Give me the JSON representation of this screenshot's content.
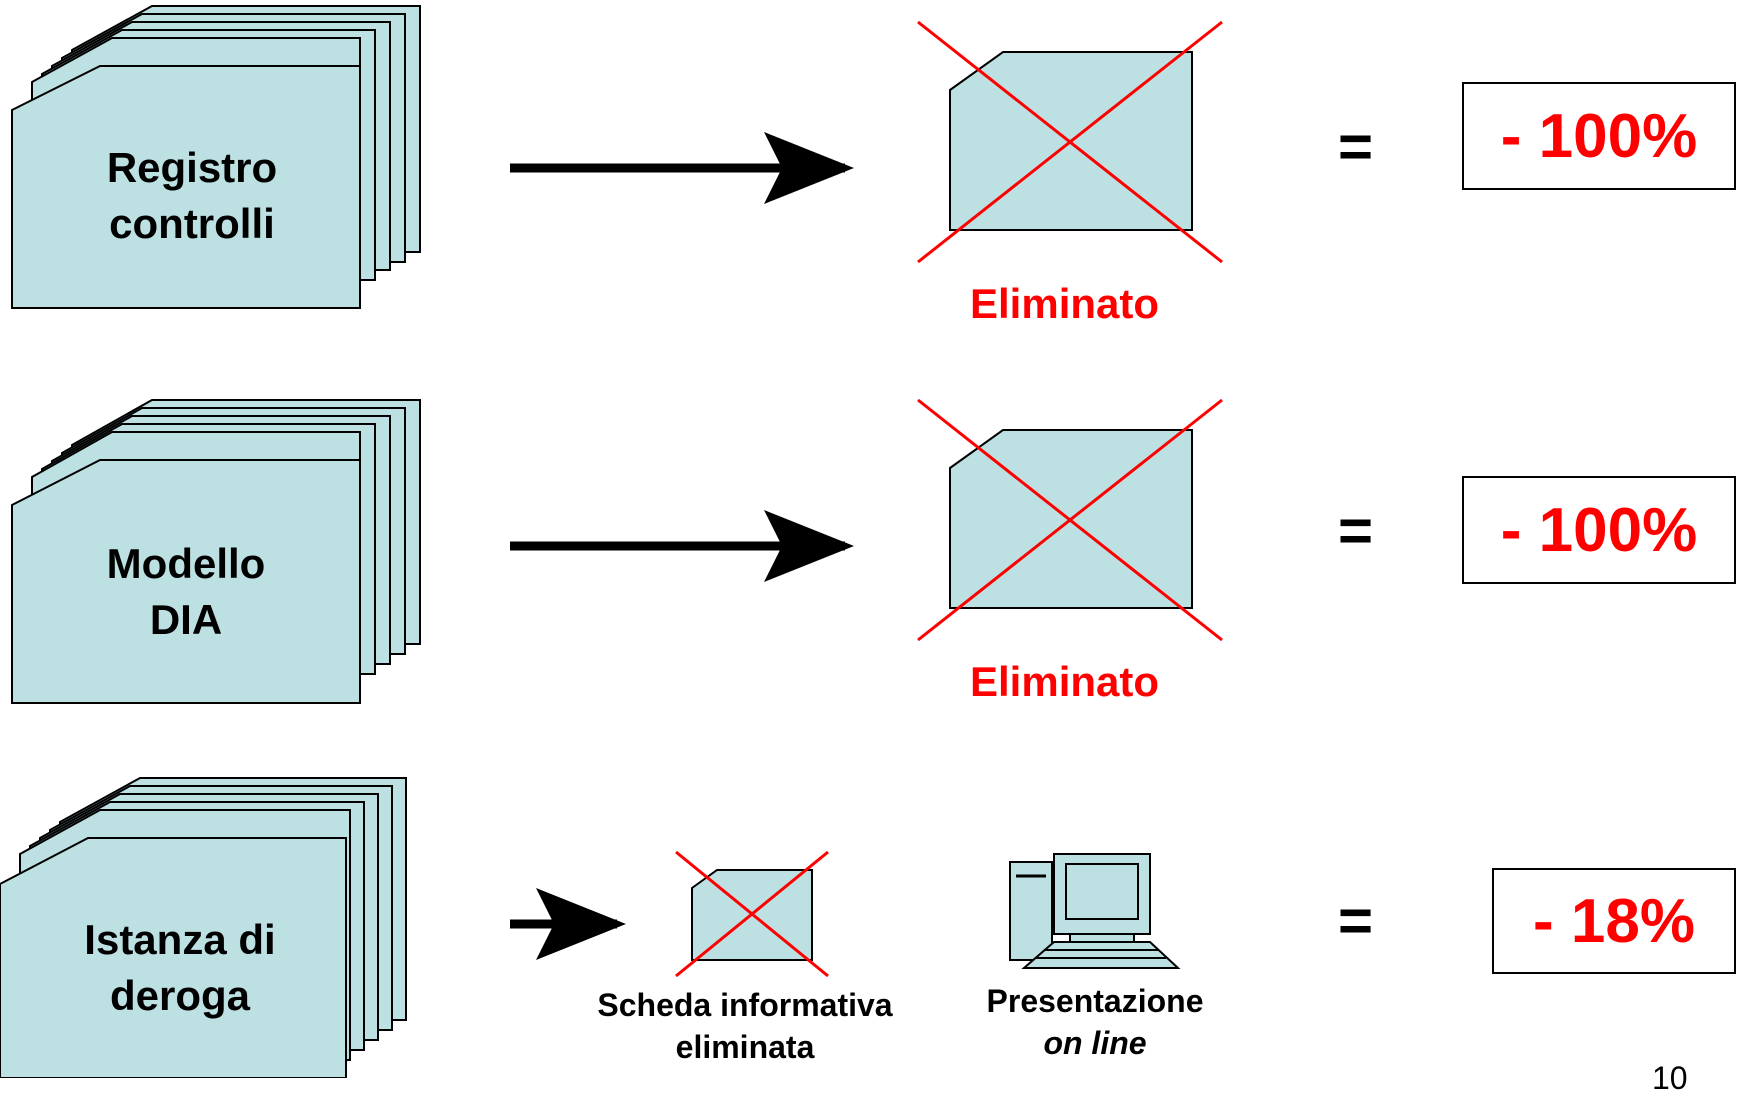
{
  "rows": [
    {
      "document_label_line1": "Registro",
      "document_label_line2": "controlli",
      "status": "Eliminato",
      "equals": "=",
      "result": "- 100%"
    },
    {
      "document_label_line1": "Modello",
      "document_label_line2": "DIA",
      "status": "Eliminato",
      "equals": "=",
      "result": "- 100%"
    },
    {
      "document_label_line1": "Istanza di",
      "document_label_line2": "deroga",
      "equals": "=",
      "result": "- 18%",
      "scheda_line1": "Scheda informativa",
      "scheda_line2": "eliminata",
      "presentazione_line1": "Presentazione",
      "presentazione_line2": "on line"
    }
  ],
  "page_number": "10",
  "colors": {
    "doc_fill": "#bde0e2",
    "cross": "#ff0000",
    "accent_text": "#ff0000"
  }
}
